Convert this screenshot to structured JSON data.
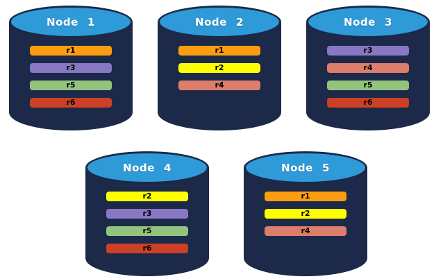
{
  "diagram": {
    "kind": "database-node-replica-diagram",
    "colors": {
      "background": "#FFFFFF",
      "cylinder_body": "#1C2948",
      "cylinder_top": "#2F9AD8",
      "node_title_text": "#FFFFFF",
      "replica_label_text": "#000000"
    },
    "replica_palette": {
      "r1": "#FA9D0E",
      "r2": "#FFFF00",
      "r3": "#8878C3",
      "r4": "#DC7E6B",
      "r5": "#93C47D",
      "r6": "#CC4125"
    },
    "nodes": [
      {
        "label": "Node 1",
        "row": 1,
        "replicas": [
          "r1",
          "r3",
          "r5",
          "r6"
        ]
      },
      {
        "label": "Node 2",
        "row": 1,
        "replicas": [
          "r1",
          "r2",
          "r4"
        ]
      },
      {
        "label": "Node 3",
        "row": 1,
        "replicas": [
          "r3",
          "r4",
          "r5",
          "r6"
        ]
      },
      {
        "label": "Node 4",
        "row": 2,
        "replicas": [
          "r2",
          "r3",
          "r5",
          "r6"
        ]
      },
      {
        "label": "Node 5",
        "row": 2,
        "replicas": [
          "r1",
          "r2",
          "r4"
        ]
      }
    ]
  }
}
